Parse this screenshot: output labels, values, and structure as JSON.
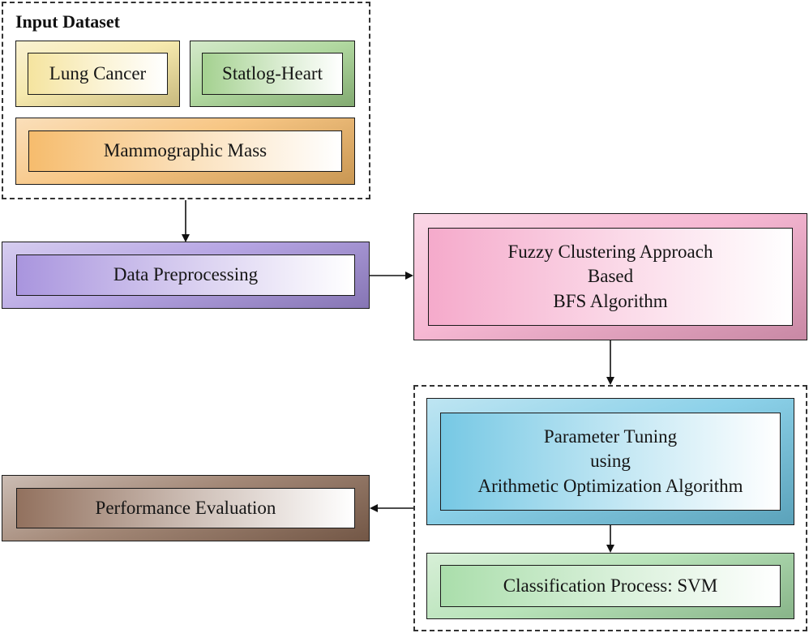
{
  "input_dataset": {
    "title": "Input Dataset",
    "datasets": [
      {
        "label": "Lung Cancer"
      },
      {
        "label": "Statlog-Heart"
      },
      {
        "label": "Mammographic Mass"
      }
    ]
  },
  "steps": {
    "preprocessing": {
      "label": "Data Preprocessing"
    },
    "clustering": {
      "lines": [
        "Fuzzy Clustering Approach",
        "Based",
        "BFS Algorithm"
      ]
    },
    "tuning": {
      "lines": [
        "Parameter Tuning",
        "using",
        "Arithmetic Optimization Algorithm"
      ]
    },
    "classification": {
      "label": "Classification Process: SVM"
    },
    "evaluation": {
      "label": "Performance Evaluation"
    }
  },
  "colors": {
    "lung_cancer": "#f4e39a",
    "statlog_heart": "#9fcf8a",
    "mammographic_mass": "#f5b865",
    "preprocessing": "#a48fdc",
    "clustering": "#f4a6c8",
    "tuning": "#6fc5e3",
    "classification": "#a6dca7",
    "evaluation": "#8c6a55"
  }
}
